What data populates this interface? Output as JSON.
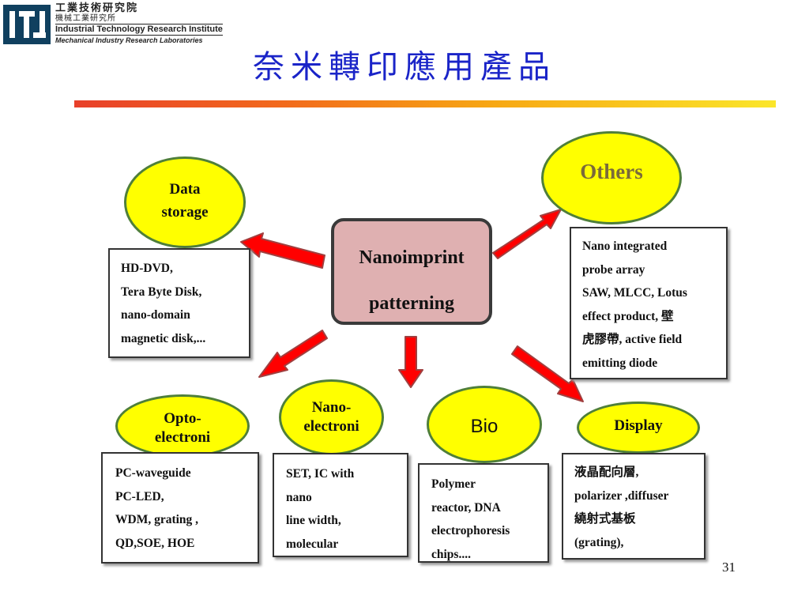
{
  "header": {
    "org_cn": "工業技術研究院",
    "lab_cn": "機械工業研究所",
    "org_en": "Industrial Technology Research Institute",
    "lab_en": "Mechanical Industry Research Laboratories"
  },
  "title": "奈米轉印應用產品",
  "center": {
    "line1": "Nanoimprint",
    "line2": "patterning"
  },
  "nodes": {
    "data_storage": {
      "line1": "Data",
      "line2": "storage"
    },
    "others": {
      "label": "Others"
    },
    "opto": {
      "line1": "Opto-",
      "line2": "electroni"
    },
    "nano": {
      "line1": "Nano-",
      "line2": "electroni"
    },
    "bio": {
      "label": "Bio"
    },
    "display": {
      "label": "Display"
    }
  },
  "boxes": {
    "data_storage": [
      "HD-DVD,",
      "Tera Byte Disk,",
      "nano-domain",
      "magnetic disk,..."
    ],
    "others": [
      "Nano integrated",
      "probe array",
      "SAW, MLCC, Lotus",
      "effect product,  壁",
      "虎膠帶, active field",
      "emitting diode"
    ],
    "opto": [
      "PC-waveguide",
      "PC-LED,",
      "WDM, grating ,",
      "QD,SOE, HOE"
    ],
    "nano": [
      "SET, IC with",
      "nano",
      "line width,",
      "molecular"
    ],
    "bio": [
      "Polymer",
      "reactor, DNA",
      "electrophoresis",
      "chips...."
    ],
    "display": [
      "液晶配向層,",
      "polarizer ,diffuser",
      "繞射式基板",
      "(grating),"
    ]
  },
  "page_number": "31",
  "colors": {
    "title": "#1a24c8",
    "others_text": "#7a6a3a",
    "ellipse_fill": "#ffff00",
    "ellipse_border": "#4f7f3a",
    "center_fill": "#dfb0b1",
    "arrow_fill": "#ff0000",
    "arrow_border": "#a04040"
  },
  "icons": {
    "logo": "itri-logo",
    "arrows": "red-block-arrow"
  }
}
